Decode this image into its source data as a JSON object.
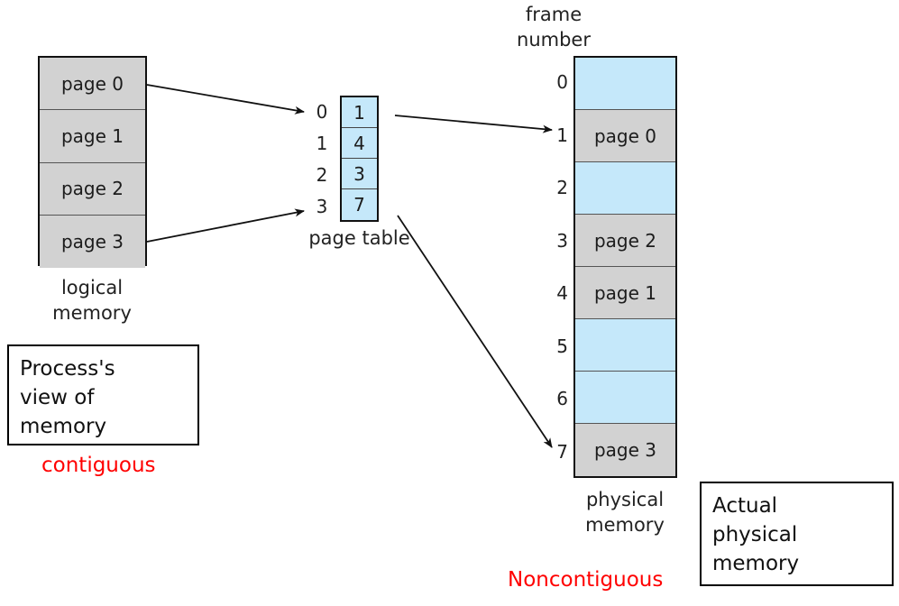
{
  "diagram": {
    "frame_number_heading": "frame\nnumber",
    "logical_memory": {
      "caption": "logical\nmemory",
      "cells": [
        {
          "label": "page 0"
        },
        {
          "label": "page 1"
        },
        {
          "label": "page 2"
        },
        {
          "label": "page 3"
        }
      ]
    },
    "page_table": {
      "caption": "page table",
      "indices": [
        "0",
        "1",
        "2",
        "3"
      ],
      "entries": [
        "1",
        "4",
        "3",
        "7"
      ]
    },
    "physical_memory": {
      "caption": "physical\nmemory",
      "frame_indices": [
        "0",
        "1",
        "2",
        "3",
        "4",
        "5",
        "6",
        "7"
      ],
      "frames": [
        {
          "index": "0",
          "label": "",
          "state": "empty"
        },
        {
          "index": "1",
          "label": "page 0",
          "state": "filled"
        },
        {
          "index": "2",
          "label": "",
          "state": "empty"
        },
        {
          "index": "3",
          "label": "page 2",
          "state": "filled"
        },
        {
          "index": "4",
          "label": "page 1",
          "state": "filled"
        },
        {
          "index": "5",
          "label": "",
          "state": "empty"
        },
        {
          "index": "6",
          "label": "",
          "state": "empty"
        },
        {
          "index": "7",
          "label": "page 3",
          "state": "filled"
        }
      ]
    },
    "annotations": {
      "left_note": "Process's\nview of\nmemory",
      "left_red_label": "contiguous",
      "right_note": "Actual\nphysical\nmemory",
      "right_red_label": "Noncontiguous"
    },
    "colors": {
      "empty_frame": "#c5e8fa",
      "page_fill": "#d2d2d2",
      "annotation_red": "#ff0000",
      "outline": "#111111"
    }
  }
}
